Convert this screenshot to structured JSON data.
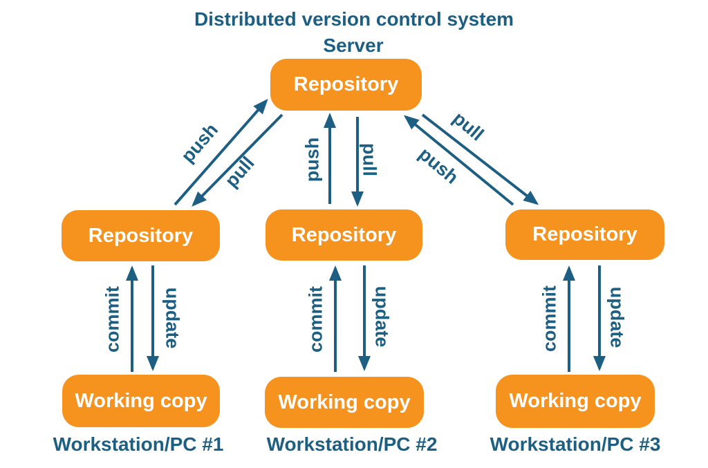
{
  "title": "Distributed version control system",
  "server": {
    "caption": "Server",
    "node": "Repository"
  },
  "columns": [
    {
      "repository": "Repository",
      "working_copy": "Working copy",
      "workstation": "Workstation/PC #1"
    },
    {
      "repository": "Repository",
      "working_copy": "Working copy",
      "workstation": "Workstation/PC #2"
    },
    {
      "repository": "Repository",
      "working_copy": "Working copy",
      "workstation": "Workstation/PC #3"
    }
  ],
  "edge_labels": {
    "push": "push",
    "pull": "pull",
    "commit": "commit",
    "update": "update"
  },
  "colors": {
    "node_fill": "#f6921e",
    "node_text": "#ffffff",
    "line": "#1d5f83",
    "text": "#1d5f83",
    "background": "#ffffff"
  }
}
